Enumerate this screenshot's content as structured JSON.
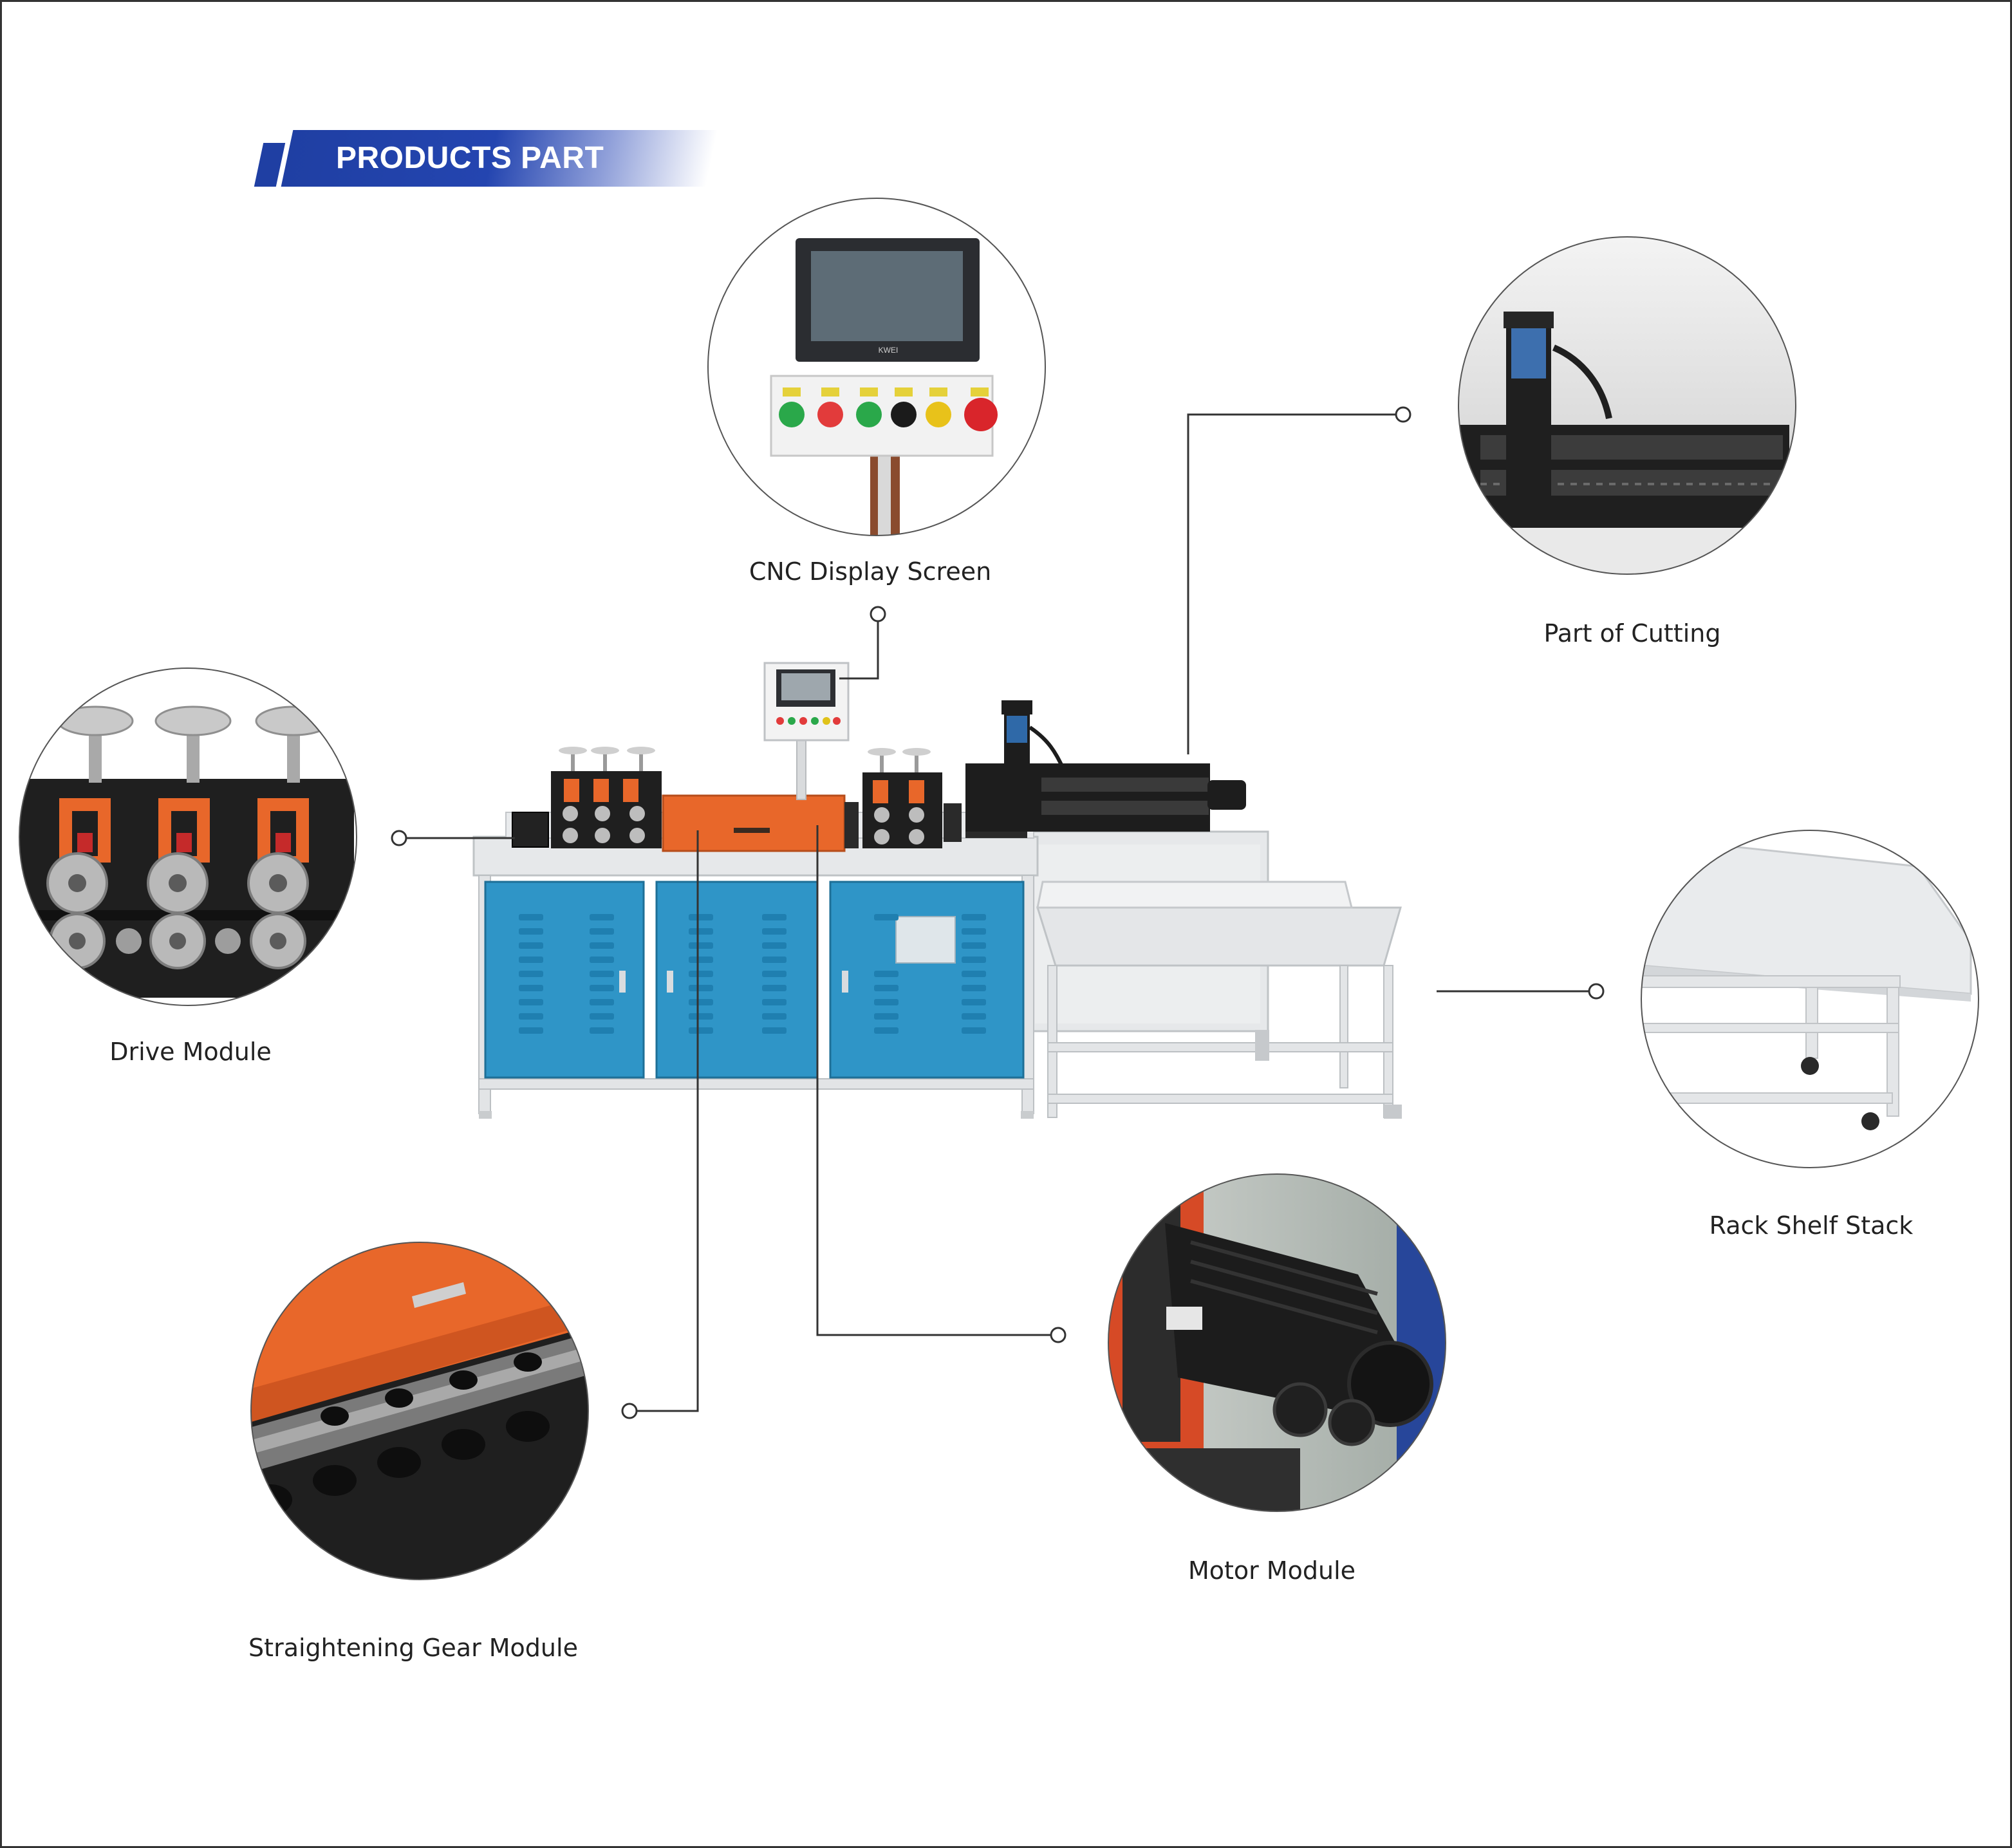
{
  "header": {
    "title": "PRODUCTS PART"
  },
  "parts": {
    "cnc": "CNC Display Screen",
    "cutting": "Part of Cutting",
    "drive": "Drive Module",
    "rack": "Rack Shelf Stack",
    "motor": "Motor Module",
    "gear": "Straightening Gear Module"
  },
  "screen_brand": "KWEI",
  "colors": {
    "banner_blue": "#1f3fa3",
    "cabinet_blue": "#2f95c7",
    "accent_orange": "#e8672a",
    "frame_gray": "#e4e6e8",
    "machine_black": "#1c1c1c",
    "line_gray": "#333333"
  }
}
